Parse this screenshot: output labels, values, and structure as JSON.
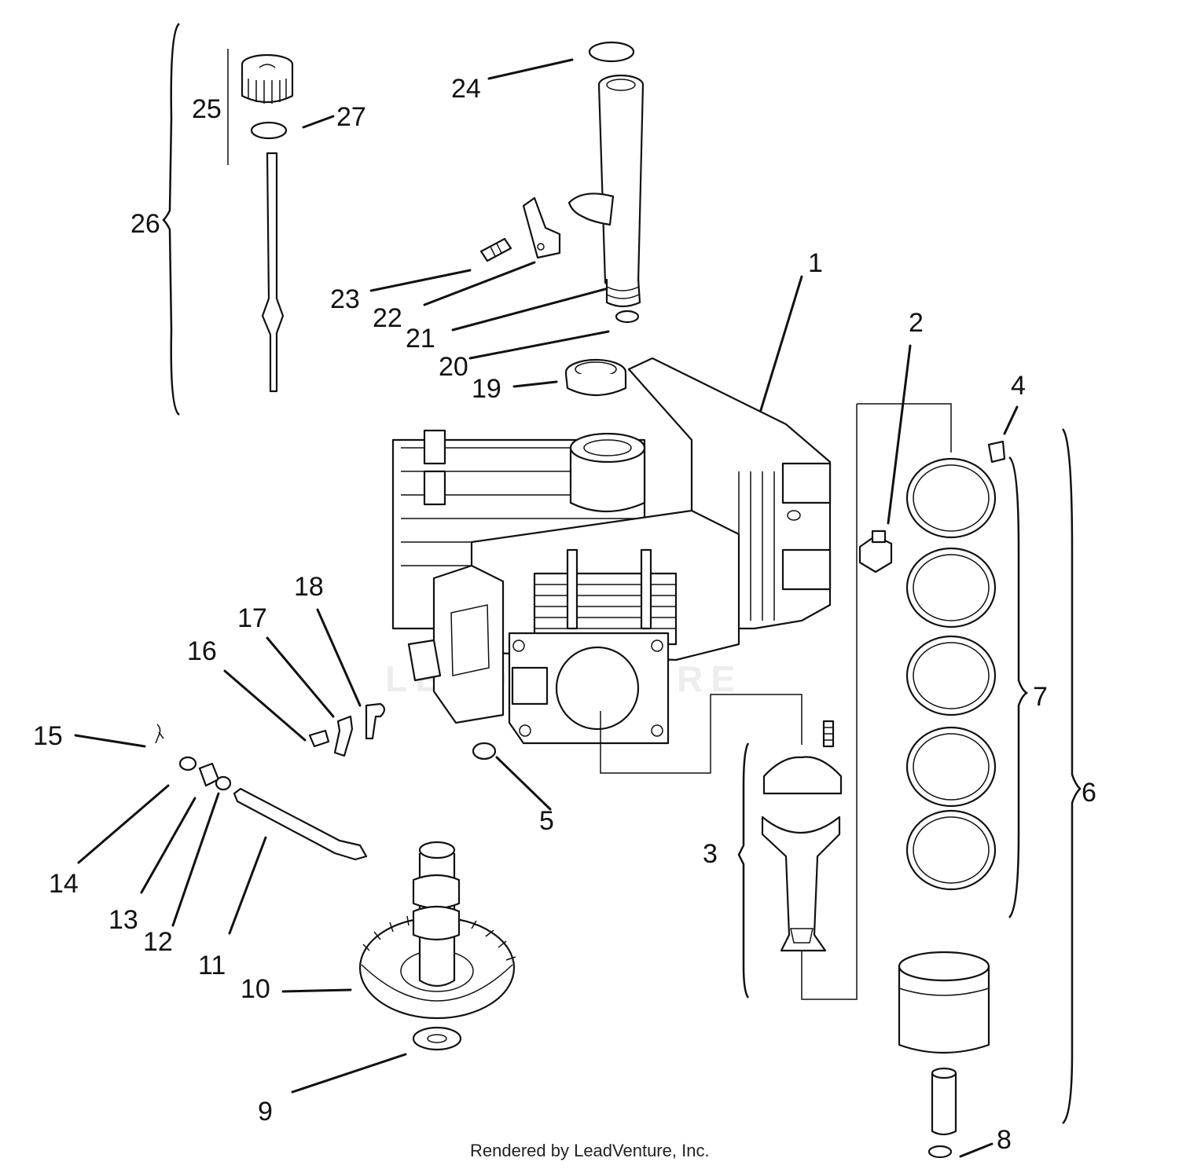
{
  "callouts": {
    "c1": "1",
    "c2": "2",
    "c3": "3",
    "c4": "4",
    "c5": "5",
    "c6": "6",
    "c7": "7",
    "c8": "8",
    "c9": "9",
    "c10": "10",
    "c11": "11",
    "c12": "12",
    "c13": "13",
    "c14": "14",
    "c15": "15",
    "c16": "16",
    "c17": "17",
    "c18": "18",
    "c19": "19",
    "c20": "20",
    "c21": "21",
    "c22": "22",
    "c23": "23",
    "c24": "24",
    "c25": "25",
    "c26": "26",
    "c27": "27"
  },
  "footer": {
    "credit": "Rendered by LeadVenture, Inc."
  },
  "watermark": {
    "text": "LEADVENTURE"
  }
}
